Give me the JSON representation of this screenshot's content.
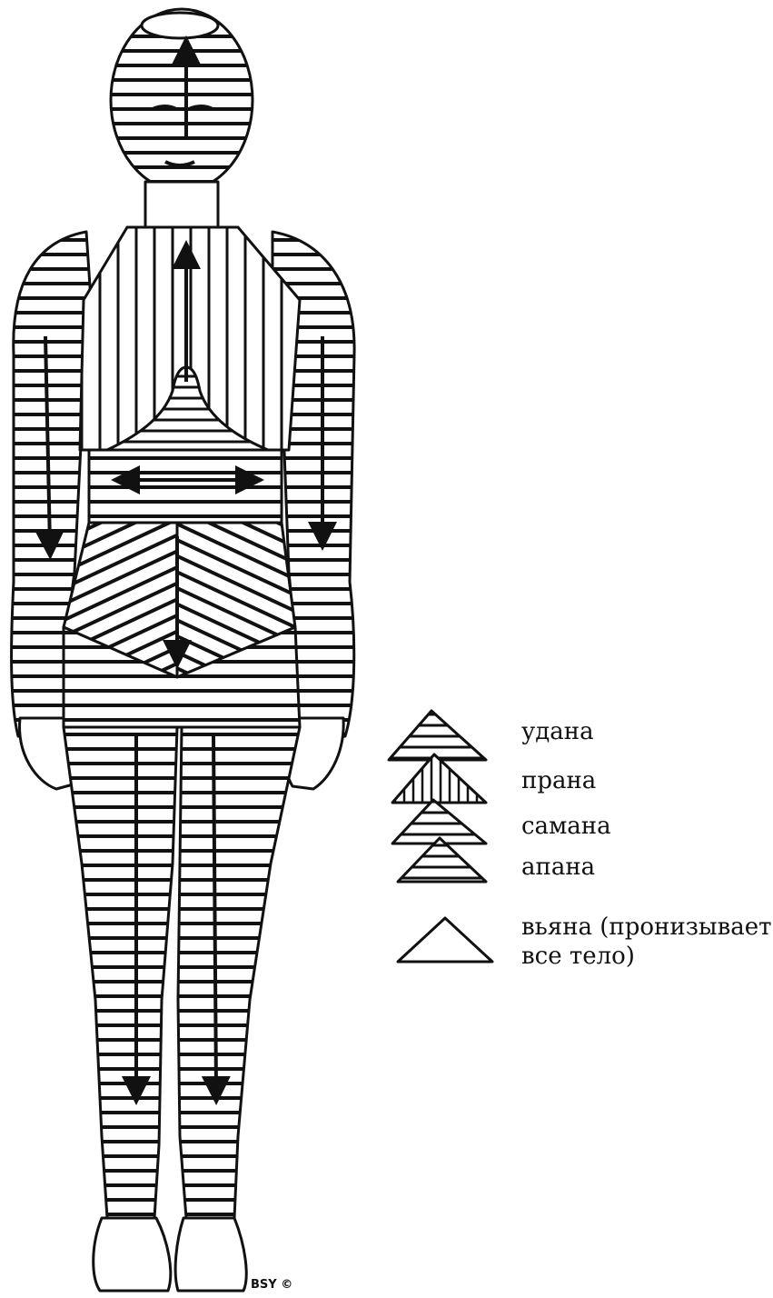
{
  "legend": [
    {
      "label": "удана",
      "icon": "udana-triangle-icon"
    },
    {
      "label": "прана",
      "icon": "prana-triangle-icon"
    },
    {
      "label": "самана",
      "icon": "samana-triangle-icon"
    },
    {
      "label": "апана",
      "icon": "apana-triangle-icon"
    },
    {
      "label_line1": "вьяна (пронизывает",
      "label_line2": "все тело)",
      "icon": "vyana-triangle-icon"
    }
  ],
  "credit": "BSY ©",
  "colors": {
    "ink": "#111111",
    "paper": "#ffffff"
  }
}
